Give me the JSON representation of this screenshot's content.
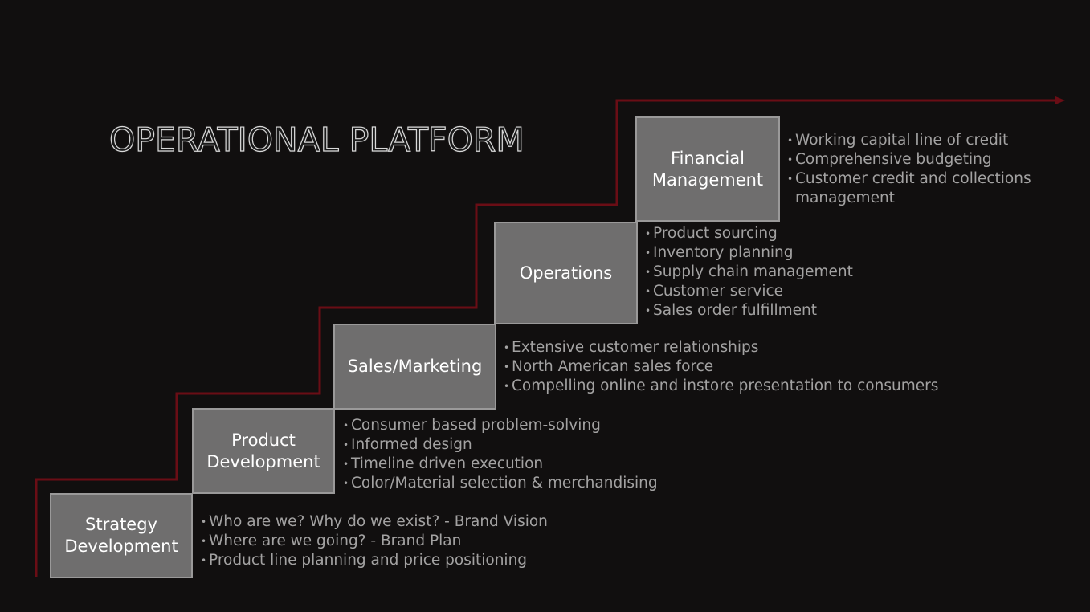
{
  "title": "OPERATIONAL PLATFORM",
  "colors": {
    "background": "#110f0f",
    "box": "#6f6e6e",
    "line": "#6a0d15",
    "bullet_text": "#a3a2a2"
  },
  "steps": [
    {
      "label": "Strategy\nDevelopment",
      "bullets": [
        "Who are we? Why do we exist? - Brand Vision",
        "Where are we going? - Brand Plan",
        "Product line planning and price positioning"
      ]
    },
    {
      "label": "Product\nDevelopment",
      "bullets": [
        "Consumer based problem-solving",
        "Informed design",
        "Timeline driven execution",
        "Color/Material selection & merchandising"
      ]
    },
    {
      "label": "Sales/Marketing",
      "bullets": [
        "Extensive customer relationships",
        "North American sales force",
        "Compelling online and instore presentation to consumers"
      ]
    },
    {
      "label": "Operations",
      "bullets": [
        "Product sourcing",
        "Inventory planning",
        "Supply chain management",
        "Customer service",
        "Sales order fulfillment"
      ]
    },
    {
      "label": "Financial\nManagement",
      "bullets": [
        "Working capital line of credit",
        "Comprehensive budgeting",
        "Customer credit and collections management"
      ]
    }
  ]
}
